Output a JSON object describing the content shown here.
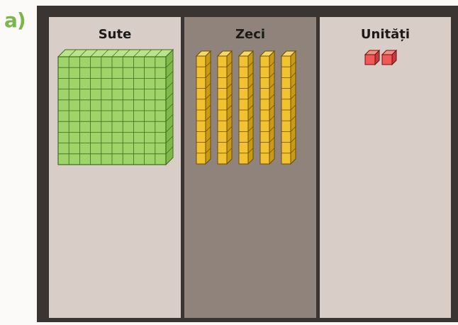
{
  "panel_label": "a)",
  "columns": [
    {
      "title": "Sute",
      "count": 1,
      "block": "hundred-flat"
    },
    {
      "title": "Zeci",
      "count": 5,
      "block": "ten-rod"
    },
    {
      "title": "Unități",
      "count": 2,
      "block": "unit-cube"
    }
  ],
  "colors": {
    "label": "#7ab648",
    "frame": "#3a3533",
    "column_light": "#d8cdc7",
    "column_dark": "#8f837c",
    "hundred_front": "#9ed46a",
    "hundred_top": "#b9e48a",
    "hundred_side": "#7fb84c",
    "ten_front": "#f2c230",
    "ten_side": "#c99a14",
    "unit_front": "#ef5a58",
    "unit_top": "#f58f86",
    "unit_side": "#c93a3a"
  }
}
